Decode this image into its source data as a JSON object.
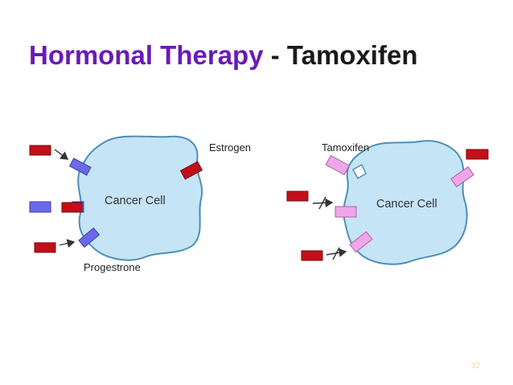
{
  "title": {
    "accent": "Hormonal Therapy",
    "rest": " - Tamoxifen"
  },
  "labels": {
    "estrogen": "Estrogen",
    "tamoxifen": "Tamoxifen",
    "progestrone": "Progestrone",
    "cancer_cell_left": "Cancer Cell",
    "cancer_cell_right": "Cancer Cell"
  },
  "page_number": "32",
  "colors": {
    "title_accent": "#6a1bb5",
    "cell_fill": "#c5e4f6",
    "cell_stroke": "#4d8fb8",
    "hormone_red": "#c0101a",
    "receptor_blue": "#6a6ae6",
    "tamoxifen_pink": "#f0a6e8"
  }
}
